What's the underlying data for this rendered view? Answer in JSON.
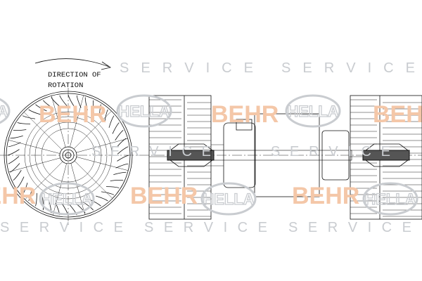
{
  "drawing": {
    "rotation_label_line1": "DIRECTION OF",
    "rotation_label_line2": "ROTATION"
  },
  "watermarks": {
    "service": "S E R V I C E",
    "hella": "HELLA",
    "behr": "BEHR"
  }
}
